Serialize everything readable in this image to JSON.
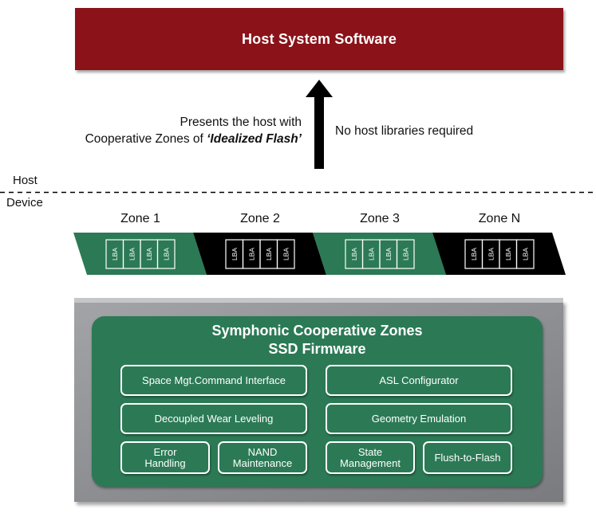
{
  "host_box": {
    "label": "Host System Software"
  },
  "arrow": {
    "left_text_line1": "Presents the host with",
    "left_text_line2_prefix": "Cooperative Zones of ",
    "left_text_line2_emphasis": "‘Idealized Flash’",
    "right_text": "No host libraries required"
  },
  "boundary": {
    "host_label": "Host",
    "device_label": "Device"
  },
  "zones": [
    {
      "name": "Zone 1",
      "color": "#2b7a55",
      "lbas": [
        "LBA",
        "LBA",
        "LBA",
        "LBA"
      ]
    },
    {
      "name": "Zone 2",
      "color": "#000000",
      "lbas": [
        "LBA",
        "LBA",
        "LBA",
        "LBA"
      ]
    },
    {
      "name": "Zone 3",
      "color": "#2b7a55",
      "lbas": [
        "LBA",
        "LBA",
        "LBA",
        "LBA"
      ]
    },
    {
      "name": "Zone N",
      "color": "#000000",
      "lbas": [
        "LBA",
        "LBA",
        "LBA",
        "LBA"
      ]
    }
  ],
  "firmware": {
    "title_line1": "Symphonic Cooperative Zones",
    "title_line2": "SSD Firmware",
    "modules": {
      "space_mgt": "Space Mgt.Command Interface",
      "asl": "ASL Configurator",
      "wear": "Decoupled Wear Leveling",
      "geometry": "Geometry Emulation",
      "error_line1": "Error",
      "error_line2": "Handling",
      "nand_line1": "NAND",
      "nand_line2": "Maintenance",
      "state_line1": "State",
      "state_line2": "Management",
      "flush": "Flush-to-Flash"
    }
  },
  "colors": {
    "host_red": "#8b1219",
    "zone_green": "#2b7a55",
    "zone_black": "#000000",
    "chassis_gray": "#8a8b8f"
  }
}
